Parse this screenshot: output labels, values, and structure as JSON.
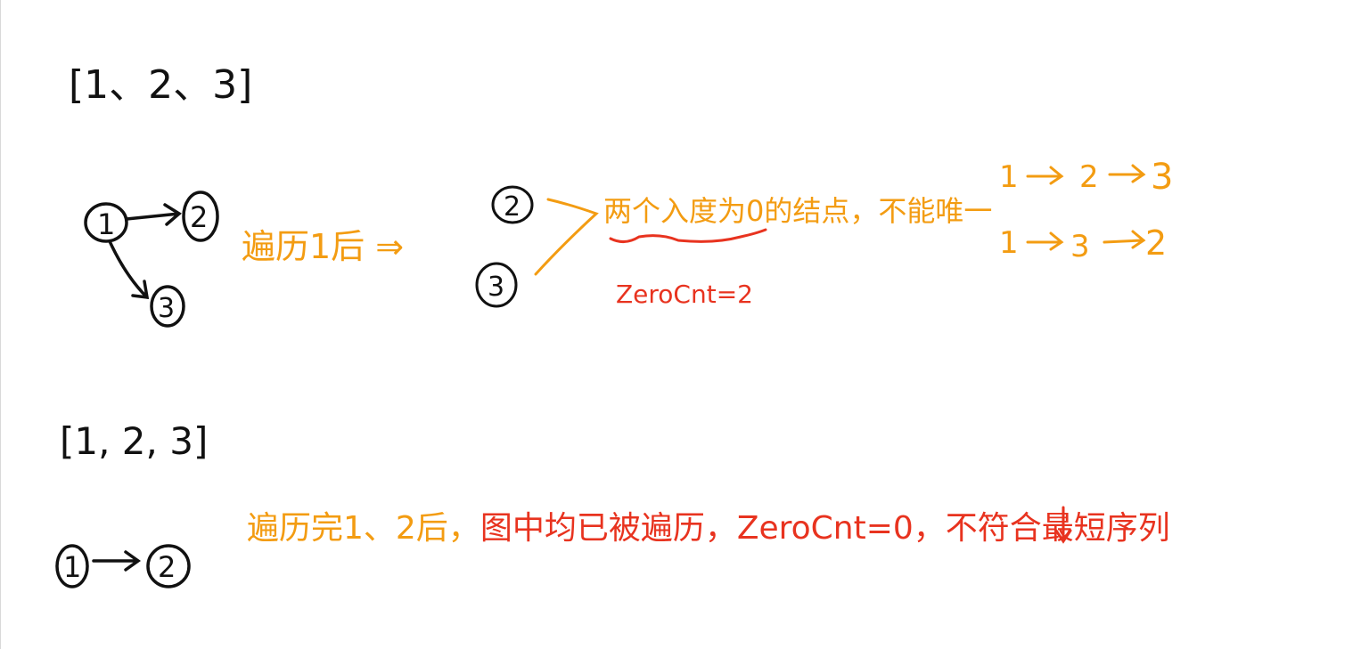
{
  "colors": {
    "ink": "#111111",
    "orange": "#f39c12",
    "red": "#e8331f"
  },
  "example1": {
    "array": "[1、2、3]",
    "graph_nodes": [
      "1",
      "2",
      "3"
    ],
    "step_label": "遍历1后 ⇒",
    "remaining_nodes": [
      "2",
      "3"
    ],
    "note": "两个入度为0的结点，不能唯一",
    "zero_cnt": "ZeroCnt=2",
    "path1": [
      "1",
      "2",
      "3"
    ],
    "path2": [
      "1",
      "3",
      "2"
    ]
  },
  "example2": {
    "array": "[1, 2, 3]",
    "graph_nodes": [
      "1",
      "2"
    ],
    "note_orange": "遍历完1、2后，",
    "note_red": "图中均已被遍历，ZeroCnt=0，不符合最短序列"
  }
}
